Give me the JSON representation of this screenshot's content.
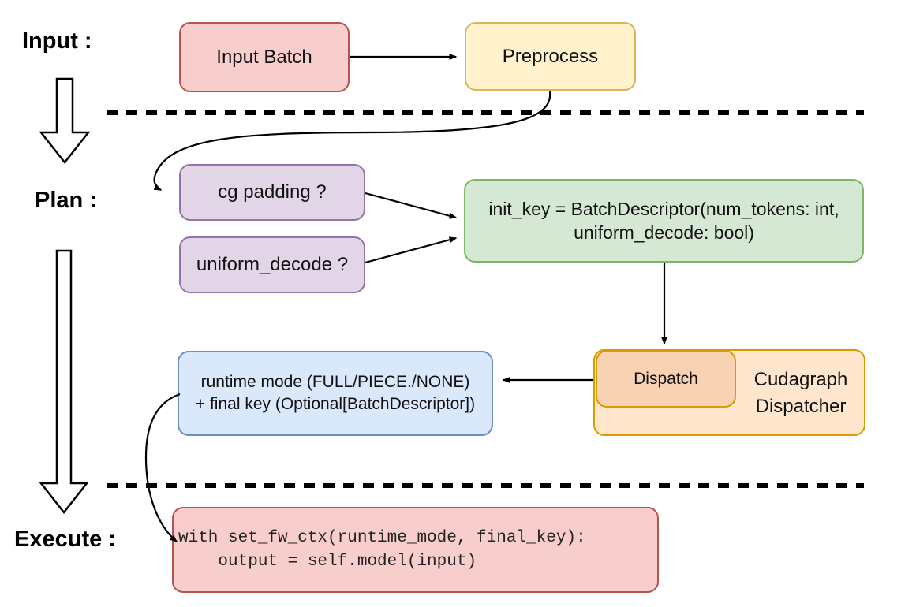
{
  "stages": {
    "input": "Input :",
    "plan": "Plan :",
    "execute": "Execute :"
  },
  "nodes": {
    "input_batch": {
      "label": "Input Batch",
      "fill": "#f8cecc",
      "stroke": "#b85450"
    },
    "preprocess": {
      "label": "Preprocess",
      "fill": "#fff2cc",
      "stroke": "#d6b656"
    },
    "cg_padding": {
      "label": "cg padding ?",
      "fill": "#e1d5e7",
      "stroke": "#9673a6"
    },
    "uniform_decode": {
      "label": "uniform_decode ?",
      "fill": "#e1d5e7",
      "stroke": "#9673a6"
    },
    "init_key": {
      "line1": "init_key = BatchDescriptor(num_tokens: int,",
      "line2": "uniform_decode: bool)",
      "fill": "#d5e8d4",
      "stroke": "#82b366"
    },
    "dispatch": {
      "label": "Dispatch",
      "fill": "#f9d2b4",
      "stroke": "#d79b00"
    },
    "cudagraph_dispatcher": {
      "label": "Cudagraph Dispatcher",
      "fill": "#ffe6cc",
      "stroke": "#d79b00"
    },
    "runtime_mode": {
      "line1": "runtime mode (FULL/PIECE./NONE)",
      "line2": "+ final key (Optional[BatchDescriptor])",
      "fill": "#dae8fc",
      "stroke": "#6c8ebf"
    },
    "execute_code": {
      "line1": "with set_fw_ctx(runtime_mode, final_key):",
      "line2": "    output = self.model(input)",
      "fill": "#f8cecc",
      "stroke": "#b85450"
    }
  },
  "colors": {
    "arrow": "#000000",
    "divider": "#000000",
    "text": "#111111"
  }
}
